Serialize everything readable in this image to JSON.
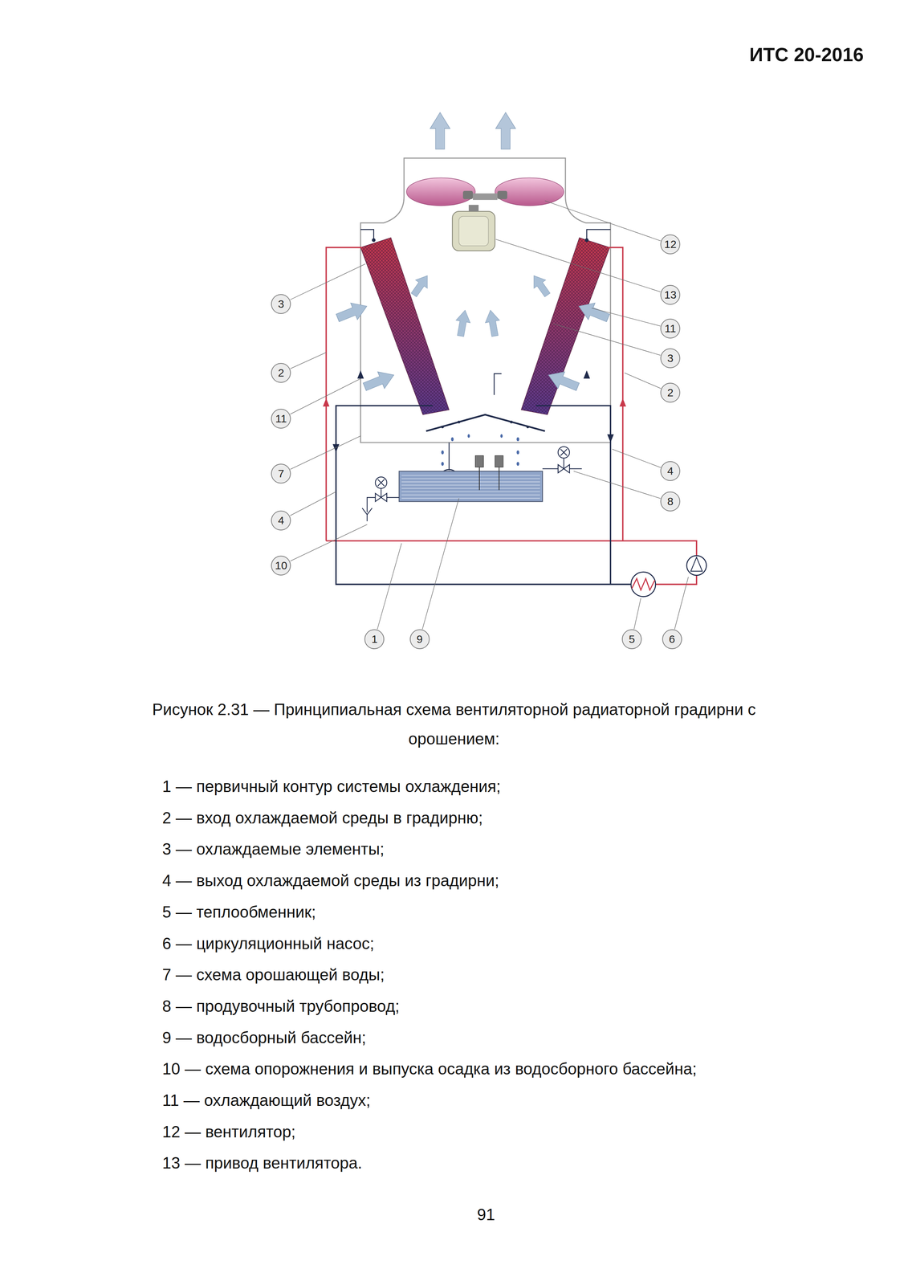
{
  "diagram": {
    "caption": "Рисунок 2.31 — Принципиальная схема вентиляторной радиаторной градирни с орошением:",
    "labels": [
      "ИТС 20-2016",
      "12",
      "13",
      "3",
      "11",
      "3",
      "2",
      "2",
      "11",
      "4",
      "7",
      "8",
      "4",
      "10",
      "1",
      "9",
      "5",
      "6",
      "1 — первичный контур системы охлаждения;",
      "2 — вход охлаждаемой среды в градирню;",
      "3 — охлаждаемые элементы;",
      "4 — выход охлаждаемой среды из градирни;",
      "5 — теплообменник;",
      "6 — циркуляционный насос;",
      "7 — схема орошающей воды;",
      "8 — продувочный трубопровод;",
      "9 — водосборный бассейн;",
      "10 — схема опорожнения и выпуска осадка из водосборного бассейна;",
      "11 — охлаждающий воздух;",
      "12 — вентилятор;",
      "13 — привод вентилятора.",
      "91"
    ]
  }
}
